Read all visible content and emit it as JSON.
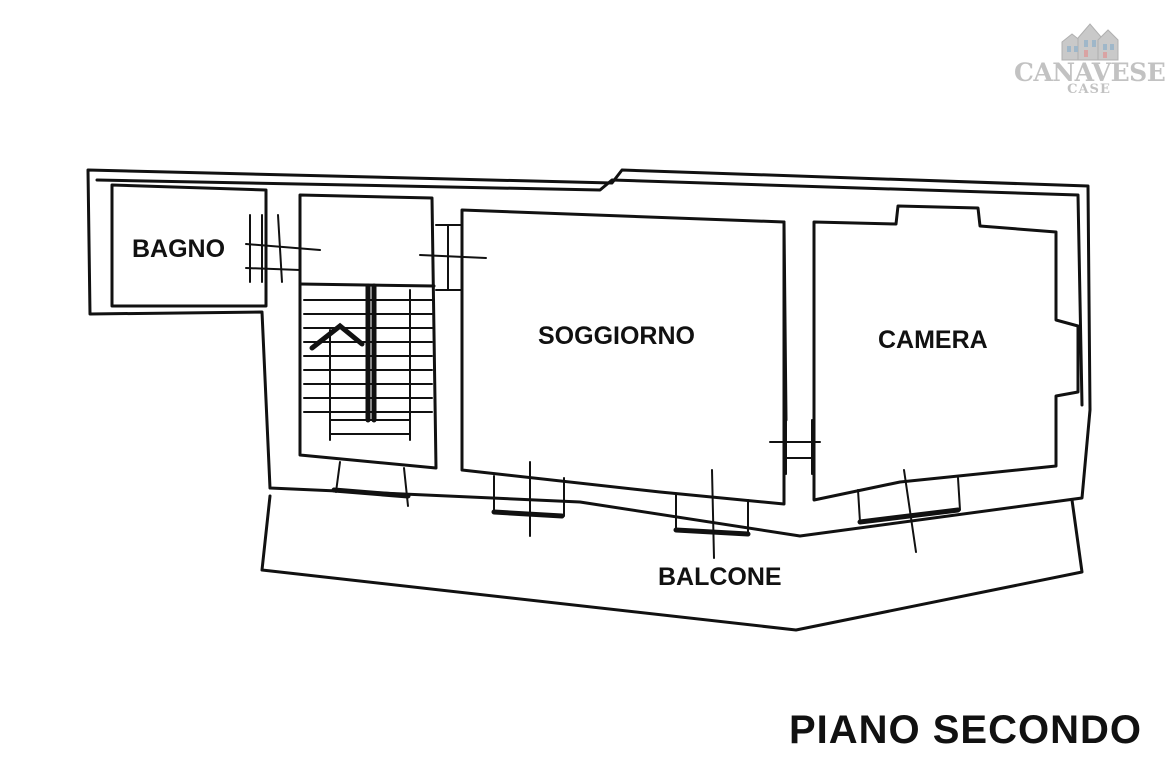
{
  "logo": {
    "name": "CANAVESE",
    "subtitle": "CASE",
    "icon": "houses-icon"
  },
  "floor_title": "PIANO SECONDO",
  "rooms": {
    "bagno": "BAGNO",
    "soggiorno": "SOGGIORNO",
    "camera": "CAMERA",
    "balcone": "BALCONE"
  },
  "colors": {
    "ink": "#111111",
    "logo_gray": "#c2c2c2"
  }
}
